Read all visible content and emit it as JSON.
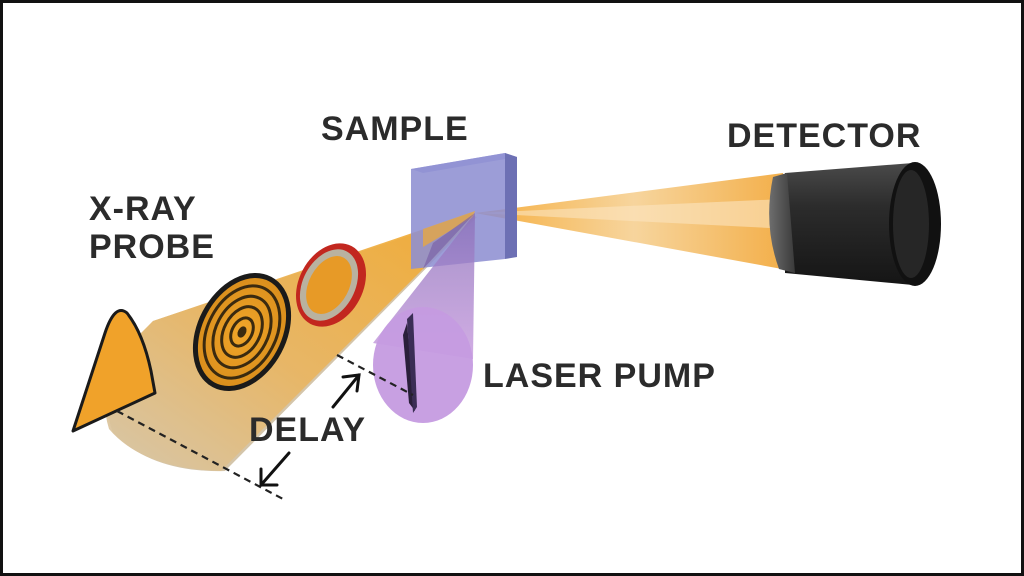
{
  "labels": {
    "sample": "SAMPLE",
    "detector": "DETECTOR",
    "xray_line1": "X-RAY",
    "xray_line2": "PROBE",
    "laser_pump": "LASER PUMP",
    "delay": "DELAY"
  },
  "colors": {
    "xray_beam": "#f0a933",
    "xray_beam_shadow": "#c9b89a",
    "sample": "#8d8fd0",
    "laser": "#bf8ed6",
    "detector_body": "#2e2e2e",
    "lens_ring": "#d0312d",
    "pulse": "#f0a22a"
  }
}
